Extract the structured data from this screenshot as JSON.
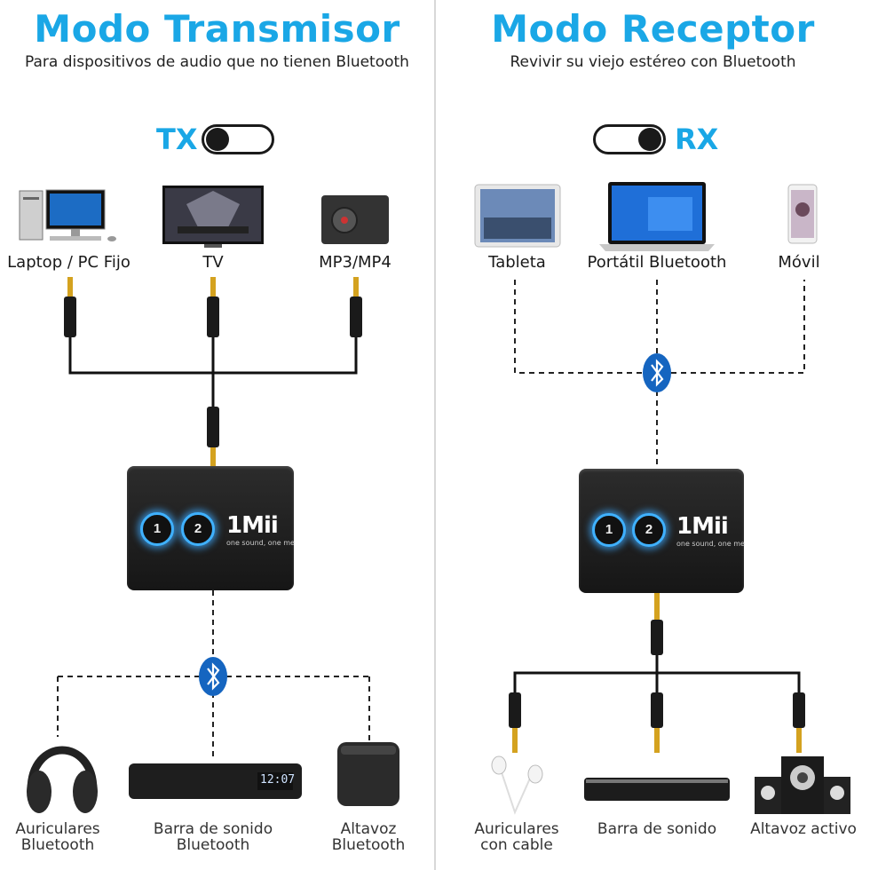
{
  "left": {
    "title": "Modo Transmisor",
    "subtitle": "Para dispositivos de audio que no tienen Bluetooth",
    "mode": "TX",
    "sources": [
      "Laptop / PC Fijo",
      "TV",
      "MP3/MP4"
    ],
    "outputs": [
      {
        "line1": "Auriculares",
        "line2": "Bluetooth"
      },
      {
        "line1": "Barra de sonido",
        "line2": "Bluetooth"
      },
      {
        "line1": "Altavoz",
        "line2": "Bluetooth"
      }
    ],
    "soundbar_display": "12:07"
  },
  "right": {
    "title": "Modo Receptor",
    "subtitle": "Revivir su viejo estéreo con Bluetooth",
    "mode": "RX",
    "sources": [
      "Tableta",
      "Portátil Bluetooth",
      "Móvil"
    ],
    "outputs": [
      {
        "line1": "Auriculares",
        "line2": "con cable"
      },
      {
        "line1": "Barra de sonido",
        "line2": ""
      },
      {
        "line1": "Altavoz activo",
        "line2": ""
      }
    ]
  },
  "device": {
    "brand": "1Mii",
    "tagline": "one sound, one me",
    "btn1": "1",
    "btn2": "2"
  },
  "colors": {
    "accent": "#1aa7e6",
    "bluetooth": "#1565c0",
    "device_body": "#1c1c1c",
    "led": "#3fb1ff"
  },
  "icons": [
    "bluetooth-icon",
    "headphone-icon",
    "audio-jack-icon",
    "toggle-switch-icon"
  ]
}
